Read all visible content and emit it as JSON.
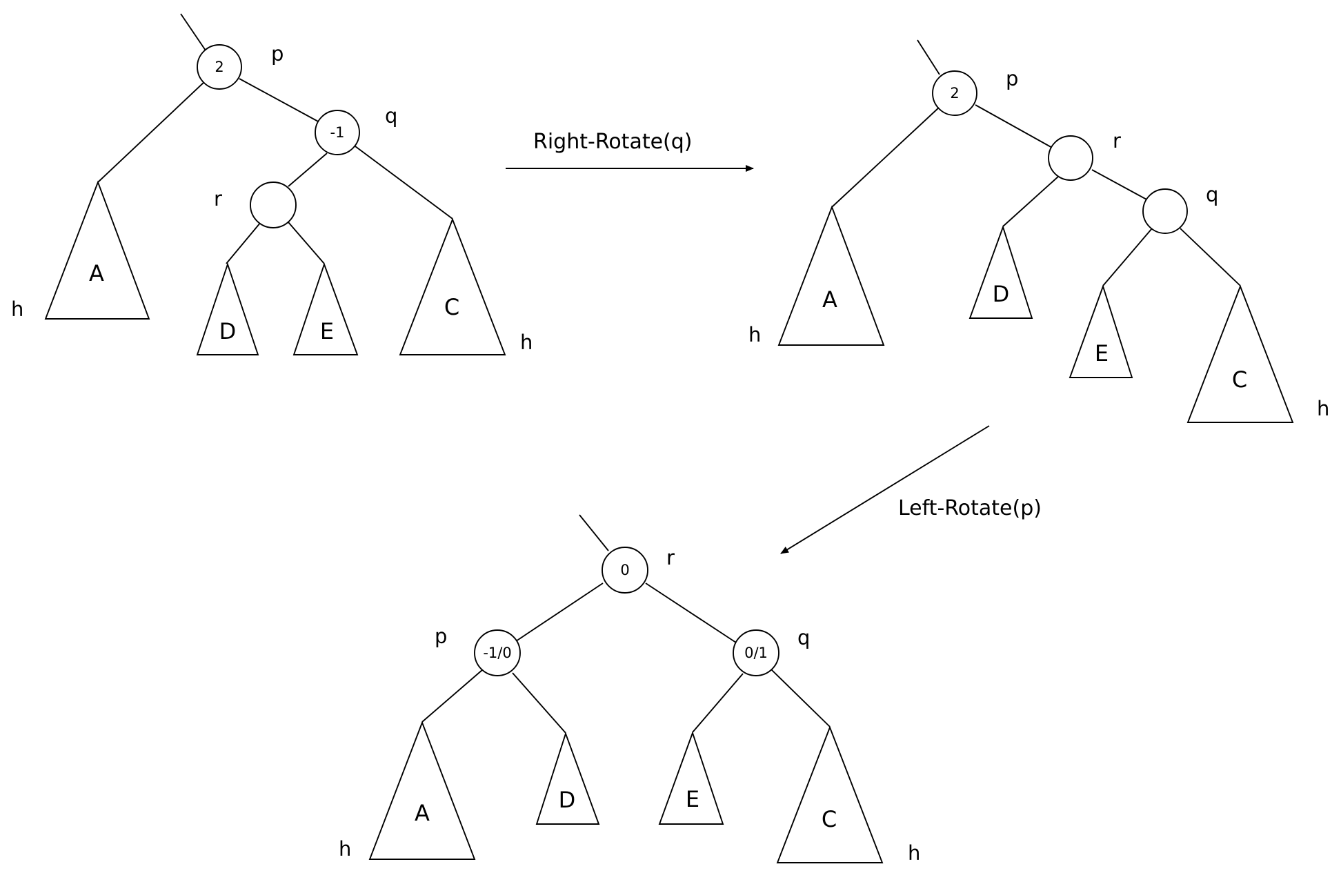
{
  "arrows": [
    {
      "label": "Right-Rotate(q)"
    },
    {
      "label": "Left-Rotate(p)"
    }
  ],
  "trees": [
    {
      "nodes": [
        {
          "name": "p",
          "balance": "2"
        },
        {
          "name": "q",
          "balance": "-1"
        },
        {
          "name": "r",
          "balance": ""
        }
      ],
      "subtrees": [
        {
          "label": "A",
          "height": "h"
        },
        {
          "label": "D",
          "height": ""
        },
        {
          "label": "E",
          "height": ""
        },
        {
          "label": "C",
          "height": "h"
        }
      ]
    },
    {
      "nodes": [
        {
          "name": "p",
          "balance": "2"
        },
        {
          "name": "r",
          "balance": ""
        },
        {
          "name": "q",
          "balance": ""
        }
      ],
      "subtrees": [
        {
          "label": "A",
          "height": "h"
        },
        {
          "label": "D",
          "height": ""
        },
        {
          "label": "E",
          "height": ""
        },
        {
          "label": "C",
          "height": "h"
        }
      ]
    },
    {
      "nodes": [
        {
          "name": "r",
          "balance": "0"
        },
        {
          "name": "p",
          "balance": "-1/0"
        },
        {
          "name": "q",
          "balance": "0/1"
        }
      ],
      "subtrees": [
        {
          "label": "A",
          "height": "h"
        },
        {
          "label": "D",
          "height": ""
        },
        {
          "label": "E",
          "height": ""
        },
        {
          "label": "C",
          "height": "h"
        }
      ]
    }
  ]
}
